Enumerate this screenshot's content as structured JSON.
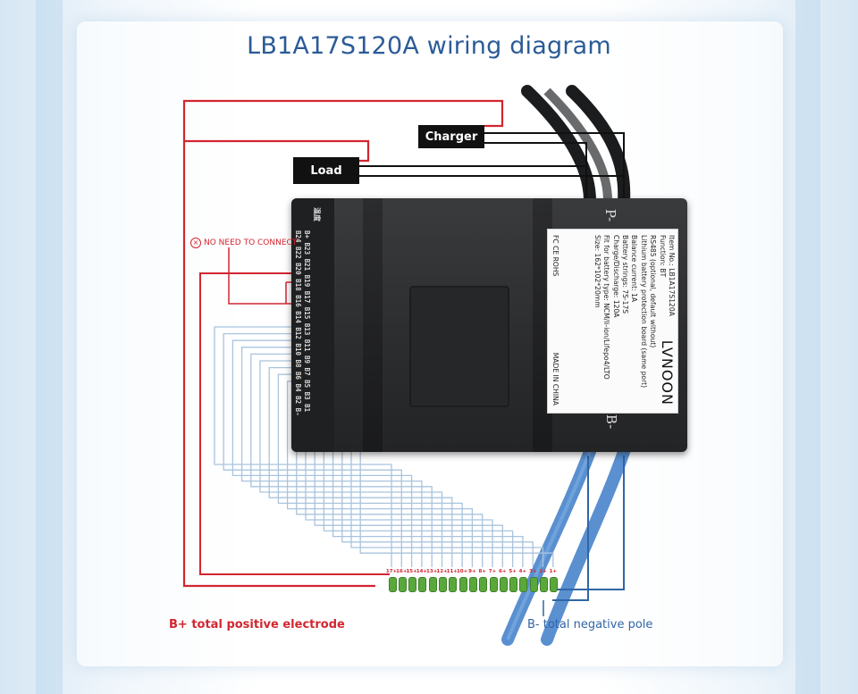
{
  "title": "LB1A17S120A wiring diagram",
  "labels": {
    "charger": "Charger",
    "load": "Load",
    "p_minus": "P-",
    "b_minus_pole": "B-",
    "no_need_to_connect": "NO NEED TO CONNECT",
    "b_plus": "B+ total positive electrode",
    "b_minus": "B- total negative pole"
  },
  "module": {
    "pin_row_top": "B+ B23 B21 B19 B17 B15 B13 B11 B9 B7 B5 B3 B1",
    "pin_row_bottom": "B24 B22 B20 B18 B16 B14 B12 B10 B8 B6 B4 B2 B-",
    "side_mark": "温度",
    "sticker": {
      "brand": "LVNOON",
      "lines": [
        "Item No.: LB1A17S120A",
        "Function: BT",
        "RS485 (optional, default without)",
        "Lithium battery protection board (same port)",
        "Balance current: 1A",
        "Battery strings: 7S-17S",
        "Charge/Discharge: 120A",
        "Fit for battery type: NCM/li-ion/Lifepo4/LTO",
        "Size: 162*102*20mm"
      ],
      "cert": "FC CE ROHS",
      "made": "MADE IN CHINA"
    }
  },
  "cells": [
    "17+",
    "16+",
    "15+",
    "14+",
    "13+",
    "12+",
    "11+",
    "10+",
    "9+",
    "8+",
    "7+",
    "6+",
    "5+",
    "4+",
    "3+",
    "2+",
    "1+"
  ],
  "colors": {
    "title": "#2b5b97",
    "red_wire": "#d22630",
    "blue_wire": "#2f66a6",
    "sense_wire": "#a9c4de",
    "cell_green": "#5aa83c"
  }
}
